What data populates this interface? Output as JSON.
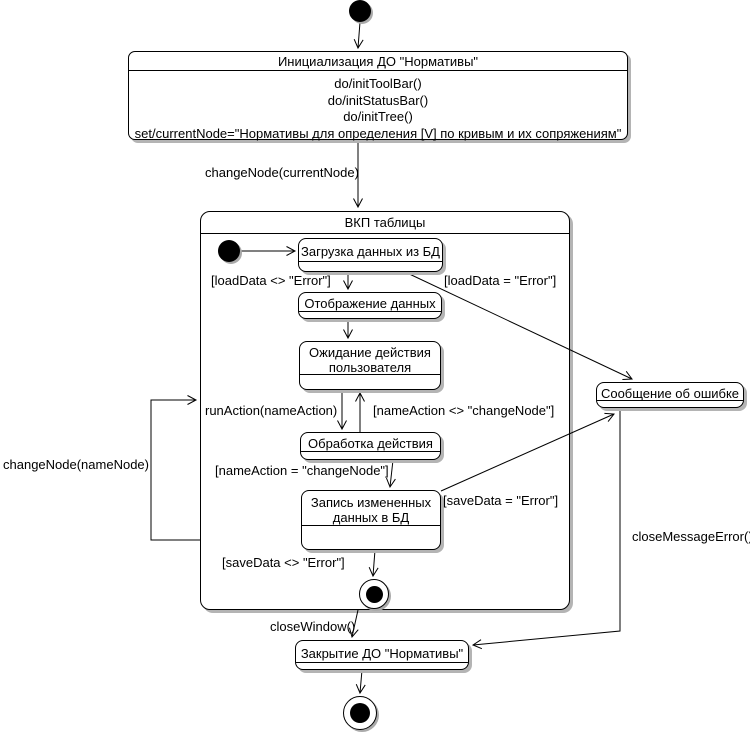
{
  "diagram": {
    "kind": "uml-statechart",
    "colors": {
      "line": "#000000",
      "fill": "#ffffff",
      "shadow": "#b4b4b4",
      "text": "#000000"
    },
    "states": {
      "init": {
        "title": "Инициализация ДО \"Нормативы\"",
        "actions": [
          "do/initToolBar()",
          "do/initStatusBar()",
          "do/initTree()",
          "set/currentNode=\"Нормативы для определения [V] по кривым и их сопряжениям\""
        ]
      },
      "vkp_table": {
        "title": "ВКП таблицы"
      },
      "load_data": {
        "title": "Загрузка данных из БД"
      },
      "display_data": {
        "title": "Отображение данных"
      },
      "wait_user_action": {
        "line1": "Ожидание действия",
        "line2": "пользователя"
      },
      "process_action": {
        "title": "Обработка действия"
      },
      "save_data": {
        "line1": "Запись измененных",
        "line2": "данных в БД"
      },
      "error_message": {
        "title": "Сообщение об ошибке"
      },
      "close": {
        "title": "Закрытие ДО \"Нормативы\""
      }
    },
    "transitions": {
      "change_node_current": "changeNode(currentNode)",
      "load_data_ok": "[loadData <> \"Error\"]",
      "load_data_error": "[loadData = \"Error\"]",
      "run_action": "runAction(nameAction)",
      "name_action_not_change": "[nameAction <> \"changeNode\"]",
      "name_action_change": "[nameAction = \"changeNode\"]",
      "save_data_error": "[saveData = \"Error\"]",
      "save_data_ok": "[saveData <> \"Error\"]",
      "close_window": "closeWindow()",
      "close_message_error": "closeMessageError()",
      "change_node_name": "changeNode(nameNode)"
    }
  }
}
